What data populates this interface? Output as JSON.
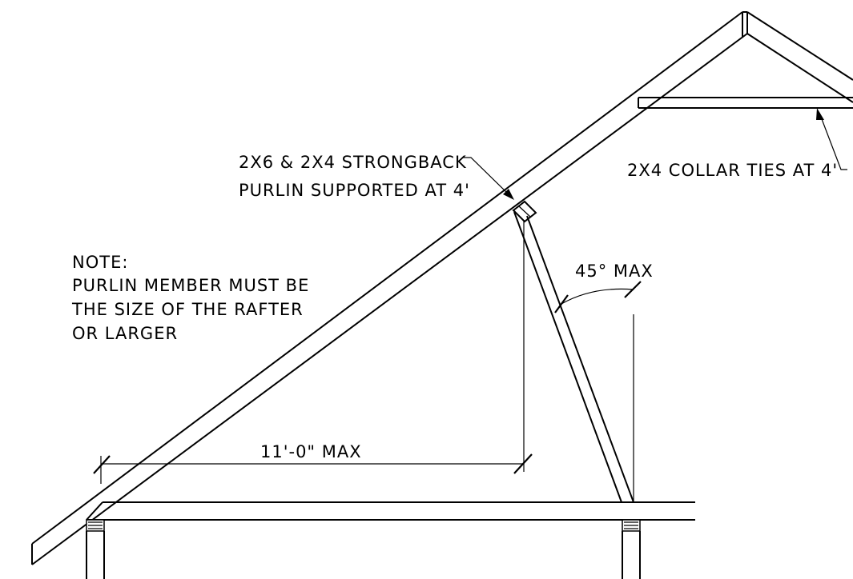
{
  "labels": {
    "purlin_line1": "2X6 & 2X4 STRONGBACK",
    "purlin_line2": "PURLIN SUPPORTED AT 4'",
    "collar_ties": "2X4 COLLAR TIES AT 4'",
    "note_title": "NOTE:",
    "note_line1": "PURLIN MEMBER MUST BE",
    "note_line2": "THE SIZE OF THE RAFTER",
    "note_line3": "OR LARGER",
    "angle": "45° MAX",
    "span": "11'-0\" MAX"
  }
}
